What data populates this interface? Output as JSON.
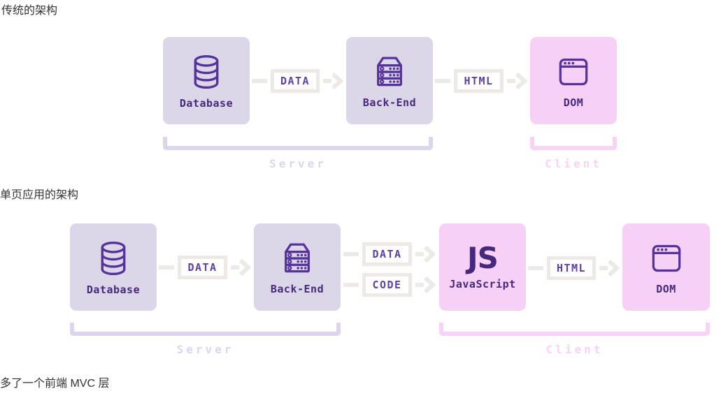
{
  "sections": {
    "traditional_title": "传统的架构",
    "spa_title": "单页应用的架构",
    "footer_note": "多了一个前端 MVC 层"
  },
  "diagram1": {
    "nodes": {
      "database": {
        "label": "Database",
        "icon": "database-icon"
      },
      "backend": {
        "label": "Back-End",
        "icon": "server-rack-icon"
      },
      "dom": {
        "label": "DOM",
        "icon": "browser-window-icon"
      }
    },
    "arrows": {
      "data": {
        "label": "DATA"
      },
      "html": {
        "label": "HTML"
      }
    },
    "groups": {
      "server": {
        "label": "Server"
      },
      "client": {
        "label": "Client"
      }
    }
  },
  "diagram2": {
    "nodes": {
      "database": {
        "label": "Database",
        "icon": "database-icon"
      },
      "backend": {
        "label": "Back-End",
        "icon": "server-rack-icon"
      },
      "js": {
        "big_text": "JS",
        "label": "JavaScript"
      },
      "dom": {
        "label": "DOM",
        "icon": "browser-window-icon"
      }
    },
    "arrows": {
      "data1": {
        "label": "DATA"
      },
      "data2": {
        "label": "DATA"
      },
      "code": {
        "label": "CODE"
      },
      "html": {
        "label": "HTML"
      }
    },
    "groups": {
      "server": {
        "label": "Server"
      },
      "client": {
        "label": "Client"
      }
    }
  },
  "colors": {
    "lavender_box": "#dcd6e9",
    "pink_box": "#f7d1f5",
    "purple_icon": "#55339b",
    "purple_text": "#46287d",
    "label_purple": "#5d41a5",
    "arrow_gray": "#ece9e6",
    "bracket_lavender": "#ddd5ee",
    "bracket_pink": "#f9d3f6",
    "title_color": "#333333"
  }
}
